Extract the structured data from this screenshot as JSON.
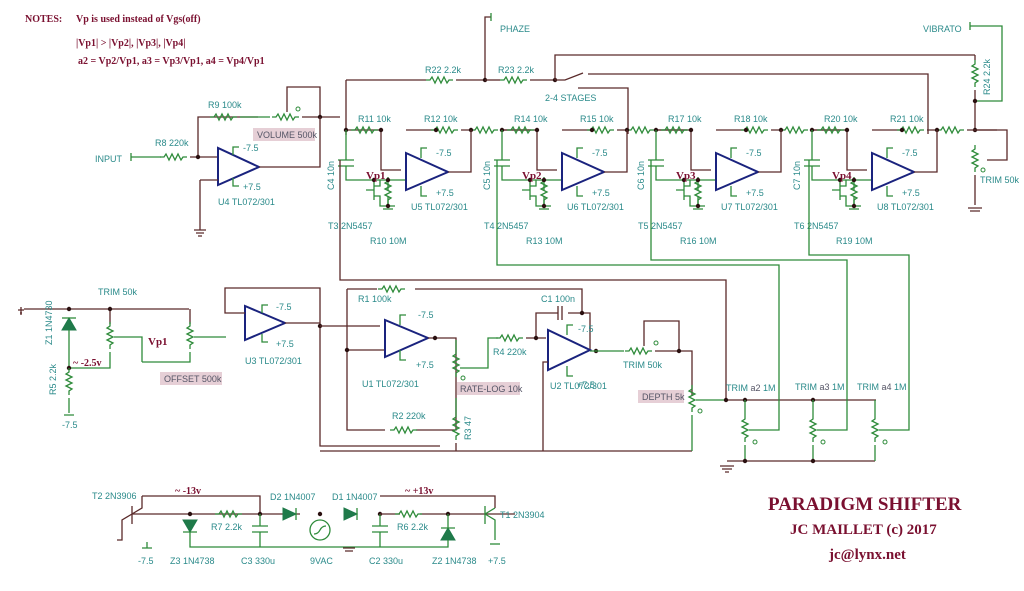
{
  "notes": {
    "heading": "NOTES:",
    "lines": [
      "Vp is used instead of Vgs(off)",
      "|Vp1| > |Vp2|, |Vp3|, |Vp4|",
      "a2 = Vp2/Vp1, a3 = Vp3/Vp1, a4 = Vp4/Vp1"
    ]
  },
  "title": {
    "name": "PARADIGM SHIFTER",
    "author": "JC MAILLET (c) 2017",
    "email": "jc@lynx.net"
  },
  "io": {
    "input": "INPUT",
    "phaze": "PHAZE",
    "vibrato": "VIBRATO",
    "stages_switch": "2-4 STAGES"
  },
  "controls": {
    "volume": "VOLUME 500k",
    "offset": "OFFSET 500k",
    "rate": "RATE-LOG 10k",
    "depth": "DEPTH 5k"
  },
  "components": {
    "r8": "R8 220k",
    "r9": "R9 100k",
    "u4": "U4 TL072/301",
    "r22": "R22 2.2k",
    "r23": "R23 2.2k",
    "r24": "R24 2.2k",
    "r11": "R11 10k",
    "r12": "R12 10k",
    "r14": "R14 10k",
    "r15": "R15 10k",
    "r17": "R17 10k",
    "r18": "R18 10k",
    "r20": "R20 10k",
    "r21": "R21 10k",
    "c4": "C4 10n",
    "c5": "C5 10n",
    "c6": "C6 10n",
    "c7": "C7 10n",
    "u5": "U5 TL072/301",
    "u6": "U6 TL072/301",
    "u7": "U7 TL072/301",
    "u8": "U8 TL072/301",
    "t3": "T3 2N5457",
    "t4": "T4 2N5457",
    "t5": "T5 2N5457",
    "t6": "T6 2N5457",
    "r10": "R10 10M",
    "r13": "R13 10M",
    "r16": "R16 10M",
    "r19": "R19 10M",
    "trim_out": "TRIM 50k",
    "trim_vp": "TRIM 50k",
    "z1": "Z1 1N4730",
    "r5": "R5 2.2k",
    "u3": "U3 TL072/301",
    "r1": "R1 100k",
    "r2": "R2 220k",
    "r3": "R3 47",
    "r4": "R4 220k",
    "c1": "C1 100n",
    "u1": "U1 TL072/301",
    "u2": "U2 TL072/301",
    "trim_depth": "TRIM 50k",
    "trim_a2_pre": "TRIM ",
    "trim_a2_key": "a2",
    "trim_a2_post": " 1M",
    "trim_a3_pre": "TRIM ",
    "trim_a3_key": "a3",
    "trim_a3_post": " 1M",
    "trim_a4_pre": "TRIM ",
    "trim_a4_key": "a4",
    "trim_a4_post": " 1M",
    "t2": "T2 2N3906",
    "z3": "Z3 1N4738",
    "r7": "R7 2.2k",
    "c3": "C3 330u",
    "d2": "D2 1N4007",
    "d1": "D1 1N4007",
    "vac": "9VAC",
    "c2": "C2 330u",
    "r6": "R6 2.2k",
    "z2": "Z2 1N4738",
    "t1": "T1 2N3904"
  },
  "nodes": {
    "vp1": "Vp1",
    "vp2": "Vp2",
    "vp3": "Vp3",
    "vp4": "Vp4",
    "vref": "~ -2.5v",
    "neg13": "~ -13v",
    "pos13": "~ +13v"
  },
  "rails": {
    "neg": "-7.5",
    "pos": "+7.5"
  }
}
